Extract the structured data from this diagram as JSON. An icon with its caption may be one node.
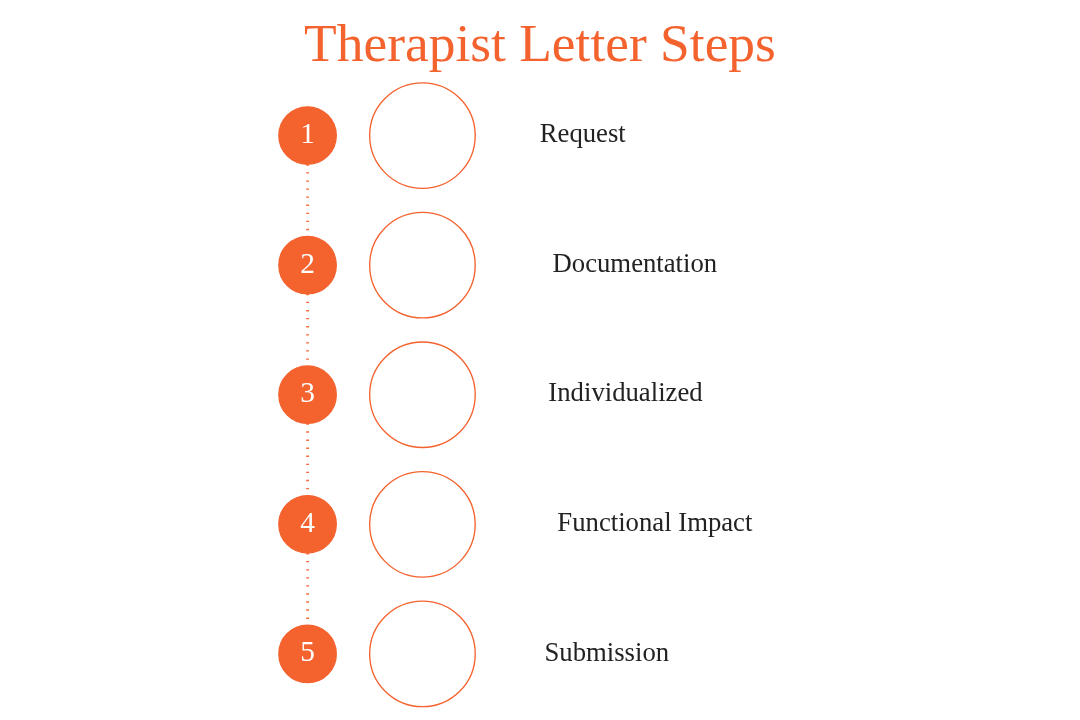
{
  "diagram": {
    "title": "Therapist Letter Steps",
    "nodes": [
      {
        "text": [
          "1"
        ]
      },
      {
        "text": [],
        "shape": "circle",
        "beside": [
          "Request"
        ]
      },
      {
        "text": [
          "2"
        ]
      },
      {
        "text": [],
        "shape": "circle",
        "beside": [
          "Documentation"
        ]
      },
      {
        "text": [
          "3"
        ]
      },
      {
        "text": [],
        "shape": "circle",
        "beside": [
          "Individualized"
        ]
      },
      {
        "text": [
          "4"
        ]
      },
      {
        "text": [],
        "shape": "circle",
        "beside": [
          "Functional Impact"
        ]
      },
      {
        "text": [
          "5"
        ]
      },
      {
        "text": [],
        "shape": "circle",
        "beside": [
          "Submission"
        ]
      }
    ],
    "edges": [
      {
        "from": 0,
        "to": 2,
        "arrow": "none",
        "style": "dashed"
      },
      {
        "from": 2,
        "to": 4,
        "arrow": "none",
        "style": "dashed"
      },
      {
        "from": 4,
        "to": 6,
        "arrow": "none",
        "style": "dashed"
      },
      {
        "from": 6,
        "to": 8,
        "arrow": "none",
        "style": "dashed"
      }
    ]
  }
}
